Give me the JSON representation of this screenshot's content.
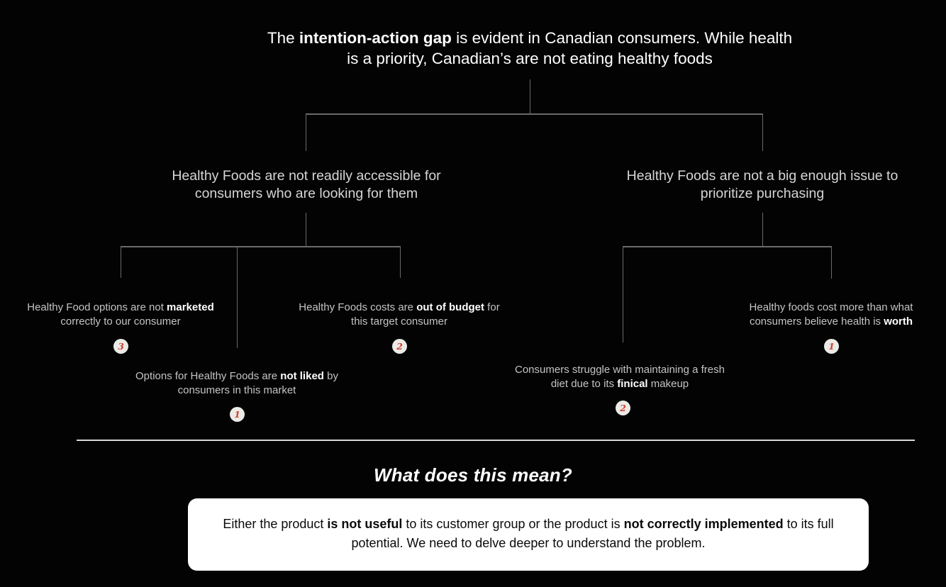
{
  "slide": {
    "background_color": "#030303",
    "accent_color": "#d1402e",
    "line_color": "#6a6a6a",
    "title": {
      "pre": "The ",
      "bold": "intention-action gap",
      "post": " is evident in Canadian consumers. While health is a priority, Canadian’s are not eating healthy foods"
    },
    "level2": [
      {
        "id": "accessible",
        "text": "Healthy Foods are not readily accessible for consumers who are looking for them"
      },
      {
        "id": "priority",
        "text": "Healthy Foods are not a big enough issue to prioritize purchasing"
      }
    ],
    "leaves": [
      {
        "id": "marketed",
        "pre": "Healthy Food options are not ",
        "bold": "marketed",
        "post": " correctly to our consumer",
        "badge": "3"
      },
      {
        "id": "budget",
        "pre": "Healthy Foods costs are ",
        "bold": "out of budget",
        "post": " for this target consumer",
        "badge": "2"
      },
      {
        "id": "worth",
        "pre": "Healthy foods cost more than what consumers believe health is ",
        "bold": "worth",
        "post": "",
        "badge": "1"
      },
      {
        "id": "not-liked",
        "pre": "Options for Healthy Foods are ",
        "bold": "not liked",
        "post": " by consumers in this market",
        "badge": "1"
      },
      {
        "id": "finical",
        "pre": "Consumers struggle with maintaining a fresh diet due to its ",
        "bold": "finical",
        "post": " makeup",
        "badge": "2"
      }
    ],
    "section_heading": "What does this mean?",
    "callout": {
      "p1": "Either the product ",
      "b1": "is not useful",
      "p2": " to its customer group or the product is ",
      "b2": "not correctly implemented",
      "p3": " to its full potential. We need to delve deeper to understand the problem."
    }
  }
}
